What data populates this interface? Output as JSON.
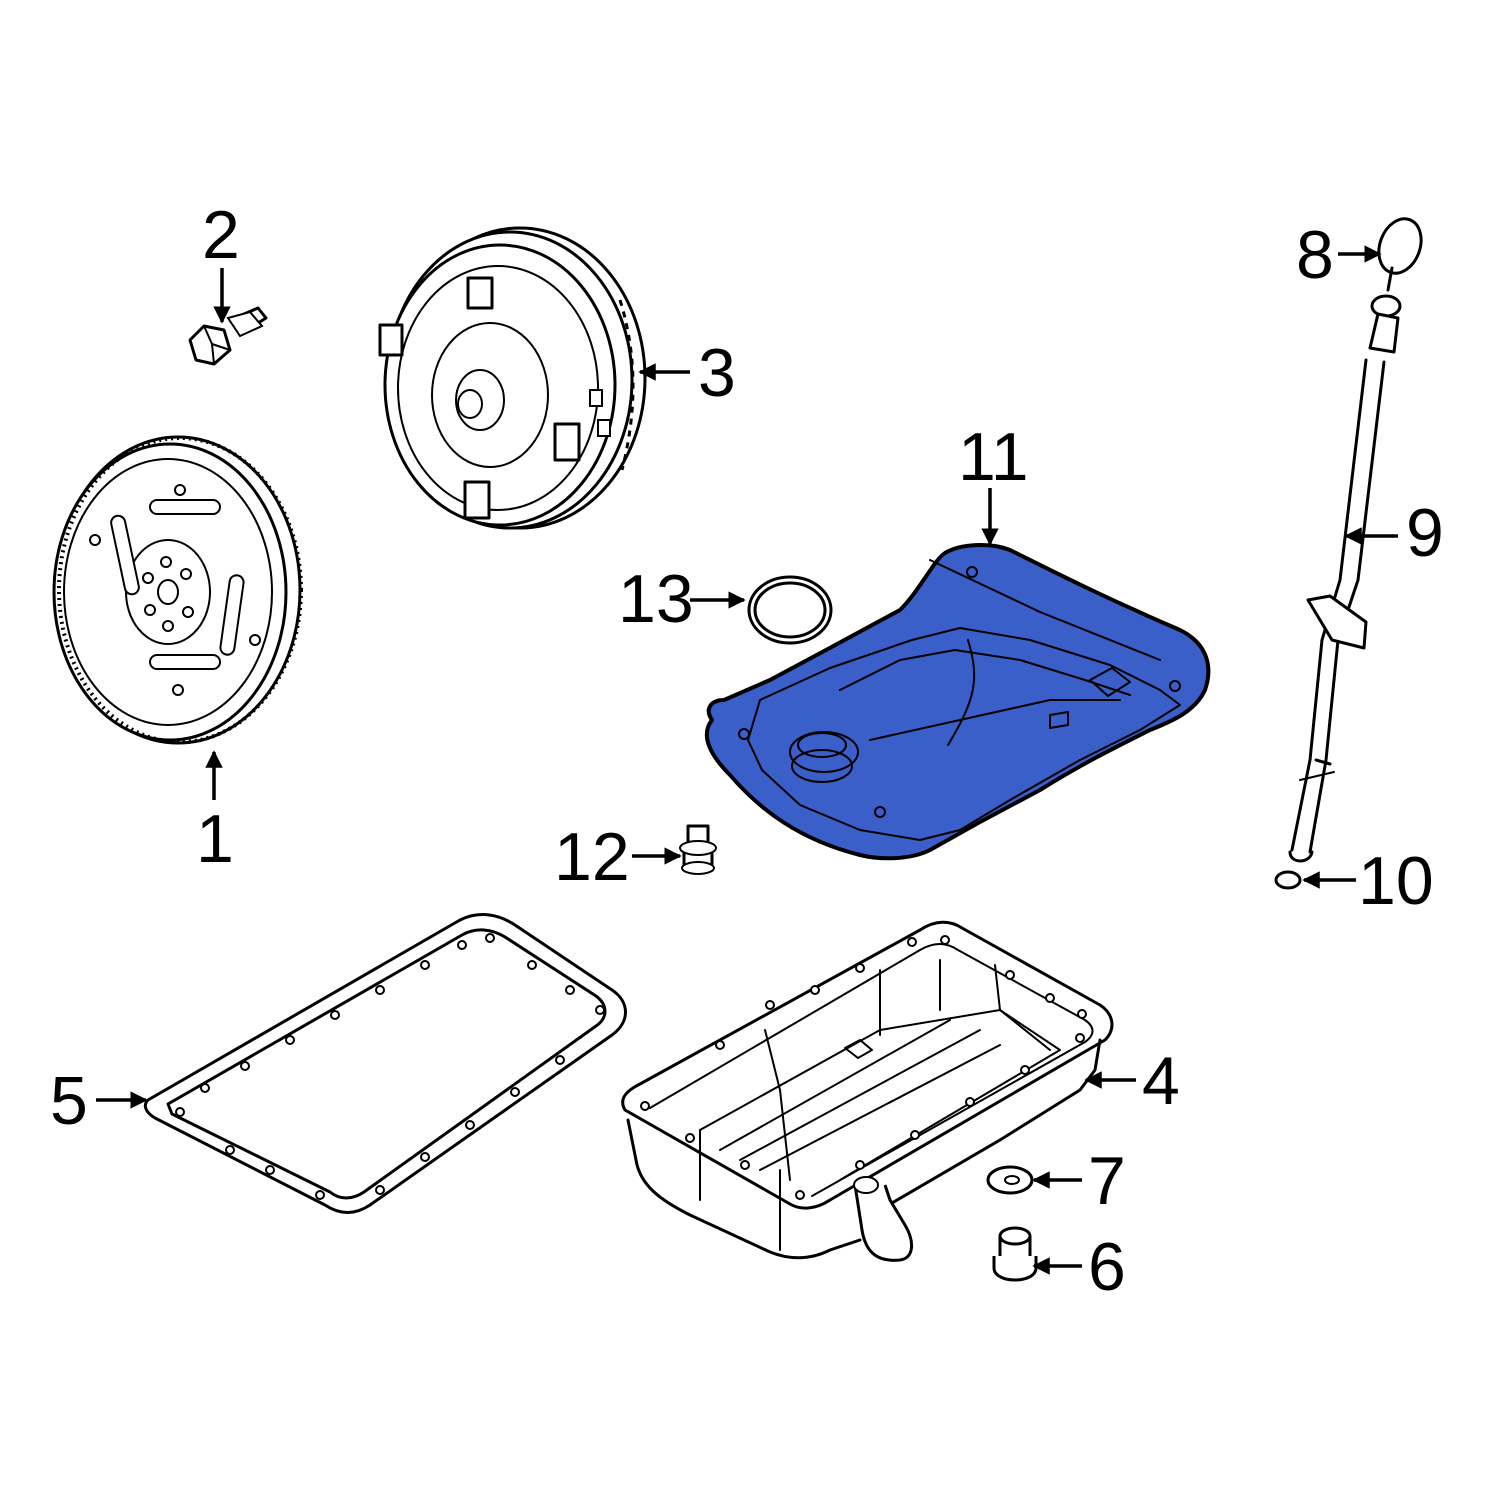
{
  "colors": {
    "highlight": "#3a5fc8",
    "line": "#000000",
    "background": "#ffffff"
  },
  "callouts": [
    {
      "id": "1",
      "label": "1"
    },
    {
      "id": "2",
      "label": "2"
    },
    {
      "id": "3",
      "label": "3"
    },
    {
      "id": "4",
      "label": "4"
    },
    {
      "id": "5",
      "label": "5"
    },
    {
      "id": "6",
      "label": "6"
    },
    {
      "id": "7",
      "label": "7"
    },
    {
      "id": "8",
      "label": "8"
    },
    {
      "id": "9",
      "label": "9"
    },
    {
      "id": "10",
      "label": "10"
    },
    {
      "id": "11",
      "label": "11",
      "highlighted": true
    },
    {
      "id": "12",
      "label": "12"
    },
    {
      "id": "13",
      "label": "13"
    }
  ]
}
